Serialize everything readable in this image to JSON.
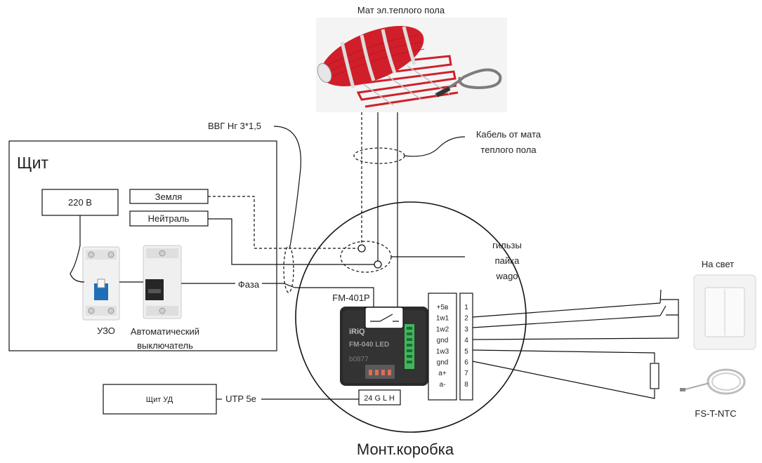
{
  "mat": {
    "title": "Мат эл.теплого пола"
  },
  "cable_vvg": "ВВГ Нг 3*1,5",
  "cable_mat": {
    "line1": "Кабель от мата",
    "line2": "теплого пола"
  },
  "panel": {
    "title": "Щит",
    "voltage": "220 В",
    "earth": "Земля",
    "neutral": "Нейтраль",
    "phase": "Фаза",
    "rcd": "УЗО",
    "breaker_line1": "Автоматический",
    "breaker_line2": "выключатель"
  },
  "junction": {
    "notes": [
      "гильзы",
      "пайка",
      "wago"
    ],
    "title": "Монт.коробка"
  },
  "module": {
    "model": "FM-401P",
    "brand": "iRiQ",
    "body_model": "FM-040 LED",
    "body_code": "b0877",
    "power_terminals": "24 G L H"
  },
  "terminal_labels": [
    "+5в",
    "1w1",
    "1w2",
    "gnd",
    "1w3",
    "gnd",
    "a+",
    "a-"
  ],
  "terminal_numbers": [
    "1",
    "2",
    "3",
    "4",
    "5",
    "6",
    "7",
    "8"
  ],
  "switch": {
    "title": "На свет"
  },
  "sensor": {
    "label": "FS-T-NTC"
  },
  "smart_panel": {
    "label": "Щит УД",
    "cable": "UTP 5e"
  },
  "colors": {
    "mat_red": "#d01f2a",
    "mat_silver": "#c9c9c9",
    "module_body": "#2a2a2a",
    "terminal_green": "#3fb65b"
  }
}
